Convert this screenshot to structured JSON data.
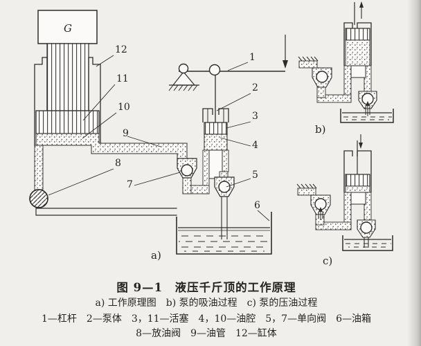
{
  "figure": {
    "title": "图 9—1　液压千斤顶的工作原理",
    "subtitle": "a) 工作原理图　b) 泵的吸油过程　c) 泵的压油过程",
    "legend_line_1": "1—杠杆　2—泵体　3，11—活塞　4，10—油腔　5，7—单向阀　6—油箱",
    "legend_line_2": "8—放油阀　9—油管　12—缸体",
    "legend_entries": [
      {
        "num": "1",
        "name": "杠杆"
      },
      {
        "num": "2",
        "name": "泵体"
      },
      {
        "num": "3，11",
        "name": "活塞"
      },
      {
        "num": "4，10",
        "name": "油腔"
      },
      {
        "num": "5，7",
        "name": "单向阀"
      },
      {
        "num": "6",
        "name": "油箱"
      },
      {
        "num": "8",
        "name": "放油阀"
      },
      {
        "num": "9",
        "name": "油管"
      },
      {
        "num": "12",
        "name": "缸体"
      }
    ]
  },
  "diagram": {
    "load_label": "G",
    "view_labels": {
      "a": "a)",
      "b": "b)",
      "c": "c)"
    },
    "part_labels": {
      "n1": "1",
      "n2": "2",
      "n3": "3",
      "n4": "4",
      "n5": "5",
      "n6": "6",
      "n7": "7",
      "n8": "8",
      "n9": "9",
      "n10": "10",
      "n11": "11",
      "n12": "12"
    },
    "colors": {
      "ink": "#2e2c2a",
      "paper": "#f0efec",
      "stipple_dot": "#4a4a48"
    }
  }
}
